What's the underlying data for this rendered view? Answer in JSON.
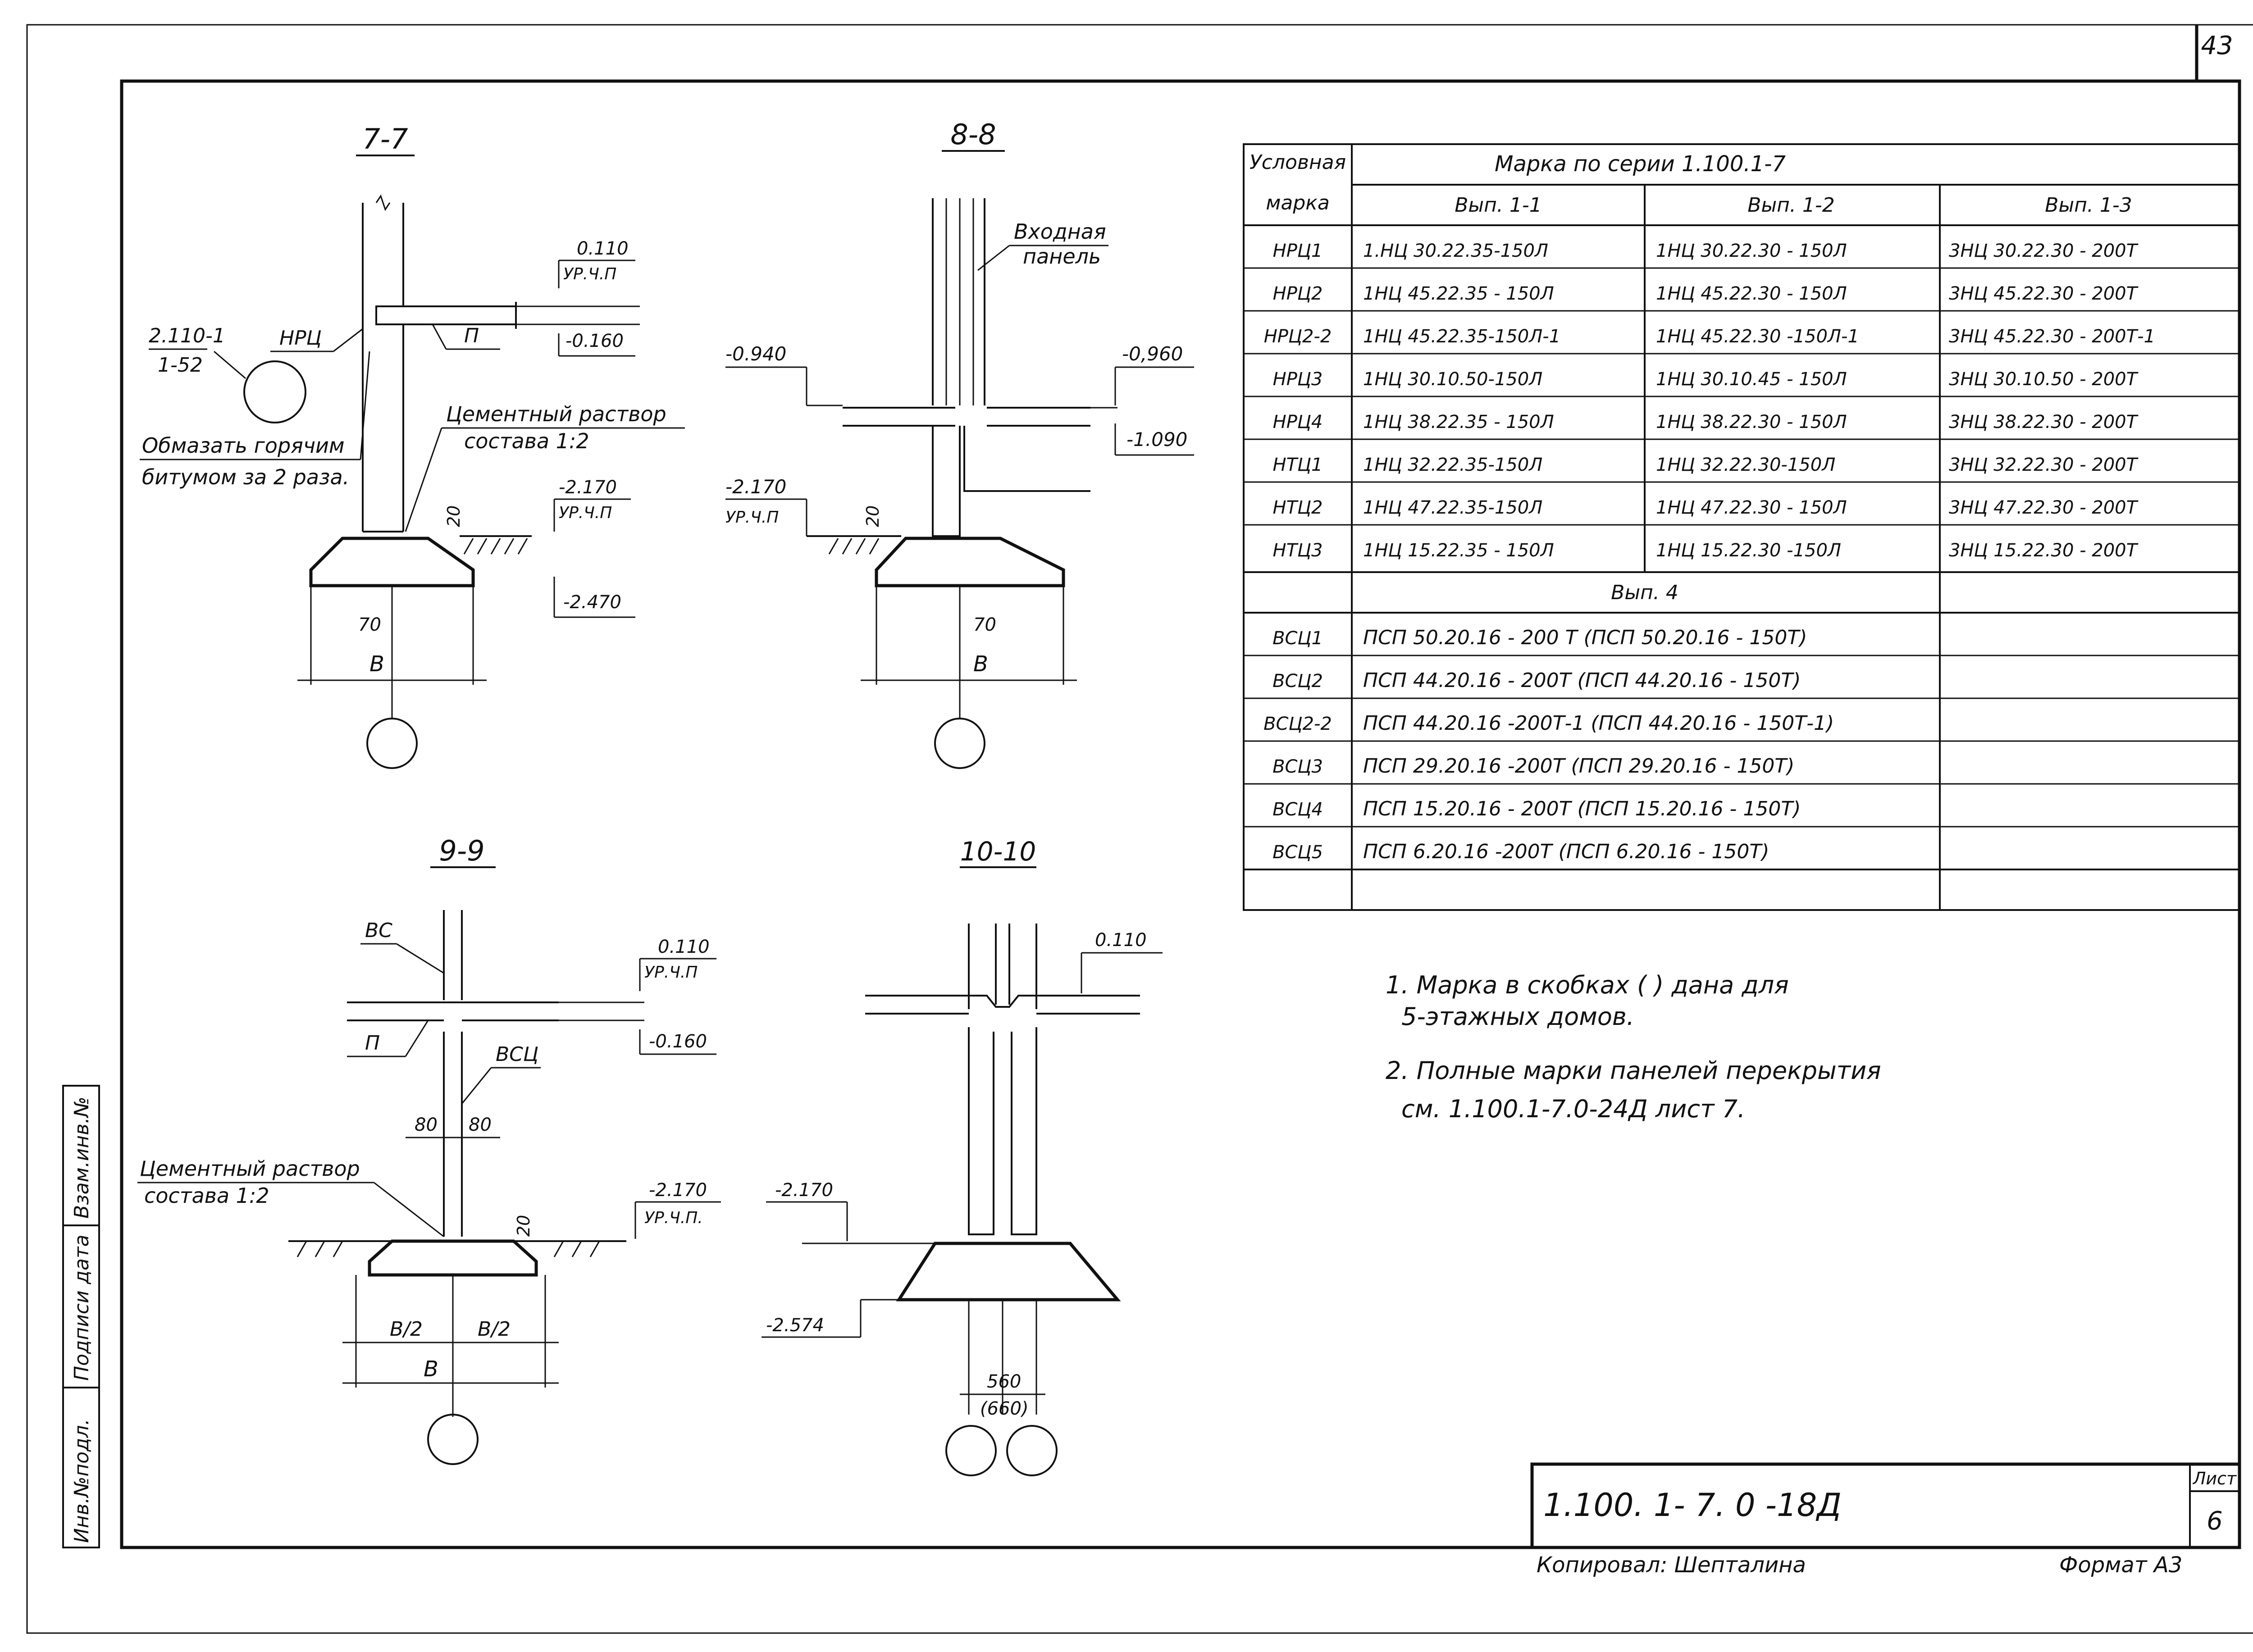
{
  "page_number": "43",
  "section_7_7": {
    "title": "7-7",
    "ref_top": "2.110-1",
    "ref_bottom": "1-52",
    "panel": "НРЦ",
    "slab": "П",
    "note_bitumen_1": "Обмазать горячим",
    "note_bitumen_2": "битумом за 2 раза.",
    "cement_1": "Цементный раствор",
    "cement_2": "состава 1:2",
    "lvl_0110": "0.110",
    "lvl_up": "УР.Ч.П",
    "lvl_m0160": "-0.160",
    "lvl_m2170": "-2.170",
    "lvl_up2": "УР.Ч.П",
    "lvl_m2470": "-2.470",
    "dim_20": "20",
    "dim_70": "70",
    "dim_b": "В"
  },
  "section_8_8": {
    "title": "8-8",
    "panel_1": "Входная",
    "panel_2": "панель",
    "lvl_m0940": "-0.940",
    "lvl_m0960": "-0,960",
    "lvl_m1090": "-1.090",
    "lvl_m2170": "-2.170",
    "lvl_up": "УР.Ч.П",
    "dim_20": "20",
    "dim_70": "70",
    "dim_b": "В"
  },
  "section_9_9": {
    "title": "9-9",
    "vs": "ВС",
    "slab": "П",
    "vsc": "ВСЦ",
    "lvl_0110": "0.110",
    "lvl_up": "УР.Ч.П",
    "lvl_m0160": "-0.160",
    "dim_80a": "80",
    "dim_80b": "80",
    "cement_1": "Цементный раствор",
    "cement_2": "состава 1:2",
    "dim_20": "20",
    "lvl_m2170": "-2.170",
    "lvl_up2": "УР.Ч.П.",
    "dim_b2a": "В/2",
    "dim_b2b": "В/2",
    "dim_b": "В"
  },
  "section_10_10": {
    "title": "10-10",
    "lvl_0110": "0.110",
    "lvl_m2170": "-2.170",
    "lvl_m2574": "-2.574",
    "dim_560": "560",
    "dim_660": "(660)"
  },
  "table": {
    "header_cond_1": "Условная",
    "header_cond_2": "марка",
    "header_series": "Марка по серии 1.100.1-7",
    "header_v1": "Вып. 1-1",
    "header_v2": "Вып. 1-2",
    "header_v3": "Вып. 1-3",
    "rows_a": [
      [
        "НРЦ1",
        "1.НЦ 30.22.35-150Л",
        "1НЦ 30.22.30 - 150Л",
        "3НЦ 30.22.30 - 200Т"
      ],
      [
        "НРЦ2",
        "1НЦ 45.22.35 - 150Л",
        "1НЦ 45.22.30 - 150Л",
        "3НЦ 45.22.30 - 200Т"
      ],
      [
        "НРЦ2-2",
        "1НЦ 45.22.35-150Л-1",
        "1НЦ 45.22.30 -150Л-1",
        "3НЦ 45.22.30 - 200Т-1"
      ],
      [
        "НРЦ3",
        "1НЦ 30.10.50-150Л",
        "1НЦ 30.10.45 - 150Л",
        "3НЦ 30.10.50 - 200Т"
      ],
      [
        "НРЦ4",
        "1НЦ 38.22.35 - 150Л",
        "1НЦ 38.22.30 - 150Л",
        "3НЦ 38.22.30 - 200Т"
      ],
      [
        "НТЦ1",
        "1НЦ 32.22.35-150Л",
        "1НЦ 32.22.30-150Л",
        "3НЦ 32.22.30 - 200Т"
      ],
      [
        "НТЦ2",
        "1НЦ 47.22.35-150Л",
        "1НЦ 47.22.30 - 150Л",
        "3НЦ 47.22.30 - 200Т"
      ],
      [
        "НТЦ3",
        "1НЦ 15.22.35 - 150Л",
        "1НЦ 15.22.30 -150Л",
        "3НЦ 15.22.30 - 200Т"
      ]
    ],
    "header_v4": "Вып. 4",
    "rows_b": [
      [
        "ВСЦ1",
        "ПСП 50.20.16 - 200 Т (ПСП 50.20.16 - 150Т)"
      ],
      [
        "ВСЦ2",
        "ПСП 44.20.16 - 200Т (ПСП 44.20.16 - 150Т)"
      ],
      [
        "ВСЦ2-2",
        "ПСП 44.20.16 -200Т-1 (ПСП 44.20.16 - 150Т-1)"
      ],
      [
        "ВСЦ3",
        "ПСП 29.20.16 -200Т (ПСП 29.20.16 - 150Т)"
      ],
      [
        "ВСЦ4",
        "ПСП 15.20.16 - 200Т (ПСП 15.20.16 - 150Т)"
      ],
      [
        "ВСЦ5",
        "ПСП 6.20.16 -200Т (ПСП 6.20.16 - 150Т)"
      ]
    ]
  },
  "notes": {
    "n1a": "1. Марка в скобках (     ) дана для",
    "n1b": "5-этажных домов.",
    "n2a": "2. Полные марки панелей перекрытия",
    "n2b": "см. 1.100.1-7.0-24Д лист 7."
  },
  "stamp": {
    "code": "1.100. 1- 7. 0 -18Д",
    "sheet_label": "Лист",
    "sheet_number": "6",
    "copied": "Копировал: Шепталина",
    "format": "Формат А3"
  },
  "margin": {
    "inv_orig": "Инв.№подл.",
    "sign_date": "Подписи дата",
    "vzam": "Взам.инв.№"
  }
}
